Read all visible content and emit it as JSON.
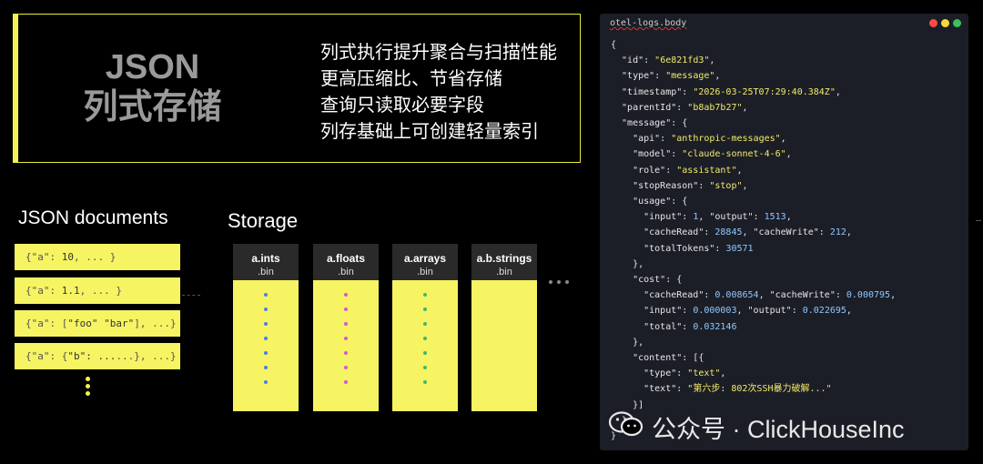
{
  "header": {
    "title_line1": "JSON",
    "title_line2": "列式存储",
    "bullets": [
      "列式执行提升聚合与扫描性能",
      "更高压缩比、节省存储",
      "查询只读取必要字段",
      "列存基础上可创建轻量索引"
    ]
  },
  "docs": {
    "title": "JSON documents",
    "items": [
      {
        "prefix": "{\"a\": ",
        "value": "10",
        "suffix": ", ... }"
      },
      {
        "prefix": "{\"a\": ",
        "value": "1.1",
        "suffix": ", ... }"
      },
      {
        "prefix": "{\"a\": [",
        "value": "\"foo\" \"bar\"",
        "suffix": "], ...}"
      },
      {
        "prefix": "{\"a\": {",
        "value": "\"b\": ...",
        "suffix": "...}, ...}"
      }
    ]
  },
  "storage": {
    "title": "Storage",
    "columns": [
      {
        "name": "a.ints",
        "ext": ".bin",
        "dot_color": "#4e7bf0",
        "dots": 7
      },
      {
        "name": "a.floats",
        "ext": ".bin",
        "dot_color": "#d058d8",
        "dots": 7
      },
      {
        "name": "a.arrays",
        "ext": ".bin",
        "dot_color": "#3fb870",
        "dots": 7
      },
      {
        "name": "a.b.strings",
        "ext": ".bin",
        "dot_color": "#f6f462",
        "dots": 0
      }
    ]
  },
  "panel": {
    "title": "otel-logs.body",
    "lights": [
      "#ff4a4a",
      "#f6d83a",
      "#37c45a"
    ],
    "lines": [
      [
        [
          "k",
          "{"
        ]
      ],
      [
        [
          "k",
          "  \"id\": "
        ],
        [
          "s",
          "\"6e821fd3\""
        ],
        [
          "k",
          ","
        ]
      ],
      [
        [
          "k",
          "  \"type\": "
        ],
        [
          "s",
          "\"message\""
        ],
        [
          "k",
          ","
        ]
      ],
      [
        [
          "k",
          "  \"timestamp\": "
        ],
        [
          "s",
          "\"2026-03-25T07:29:40.384Z\""
        ],
        [
          "k",
          ","
        ]
      ],
      [
        [
          "k",
          "  \"parentId\": "
        ],
        [
          "s",
          "\"b8ab7b27\""
        ],
        [
          "k",
          ","
        ]
      ],
      [
        [
          "k",
          "  \"message\": {"
        ]
      ],
      [
        [
          "k",
          "    \"api\": "
        ],
        [
          "s",
          "\"anthropic-messages\""
        ],
        [
          "k",
          ","
        ]
      ],
      [
        [
          "k",
          "    \"model\": "
        ],
        [
          "s",
          "\"claude-sonnet-4-6\""
        ],
        [
          "k",
          ","
        ]
      ],
      [
        [
          "k",
          "    \"role\": "
        ],
        [
          "s",
          "\"assistant\""
        ],
        [
          "k",
          ","
        ]
      ],
      [
        [
          "k",
          "    \"stopReason\": "
        ],
        [
          "s",
          "\"stop\""
        ],
        [
          "k",
          ","
        ]
      ],
      [
        [
          "k",
          "    \"usage\": {"
        ]
      ],
      [
        [
          "k",
          "      \"input\": "
        ],
        [
          "n",
          "1"
        ],
        [
          "k",
          ", \"output\": "
        ],
        [
          "n",
          "1513"
        ],
        [
          "k",
          ","
        ]
      ],
      [
        [
          "k",
          "      \"cacheRead\": "
        ],
        [
          "n",
          "28845"
        ],
        [
          "k",
          ", \"cacheWrite\": "
        ],
        [
          "n",
          "212"
        ],
        [
          "k",
          ","
        ]
      ],
      [
        [
          "k",
          "      \"totalTokens\": "
        ],
        [
          "n",
          "30571"
        ]
      ],
      [
        [
          "k",
          "    },"
        ]
      ],
      [
        [
          "k",
          "    \"cost\": {"
        ]
      ],
      [
        [
          "k",
          "      \"cacheRead\": "
        ],
        [
          "n",
          "0.008654"
        ],
        [
          "k",
          ", \"cacheWrite\": "
        ],
        [
          "n",
          "0.000795"
        ],
        [
          "k",
          ","
        ]
      ],
      [
        [
          "k",
          "      \"input\": "
        ],
        [
          "n",
          "0.000003"
        ],
        [
          "k",
          ", \"output\": "
        ],
        [
          "n",
          "0.022695"
        ],
        [
          "k",
          ","
        ]
      ],
      [
        [
          "k",
          "      \"total\": "
        ],
        [
          "n",
          "0.032146"
        ]
      ],
      [
        [
          "k",
          "    },"
        ]
      ],
      [
        [
          "k",
          "    \"content\": [{"
        ]
      ],
      [
        [
          "k",
          "      \"type\": "
        ],
        [
          "s",
          "\"text\""
        ],
        [
          "k",
          ","
        ]
      ],
      [
        [
          "k",
          "      \"text\": "
        ],
        [
          "s",
          "\"第六步: 802次SSH暴力破解...\""
        ]
      ],
      [
        [
          "k",
          "    }]"
        ]
      ],
      [
        [
          "k",
          "  }"
        ]
      ],
      [
        [
          "k",
          "}"
        ]
      ]
    ]
  },
  "watermark": {
    "text": "公众号 · ClickHouseInc",
    "icon": "wechat-icon"
  }
}
